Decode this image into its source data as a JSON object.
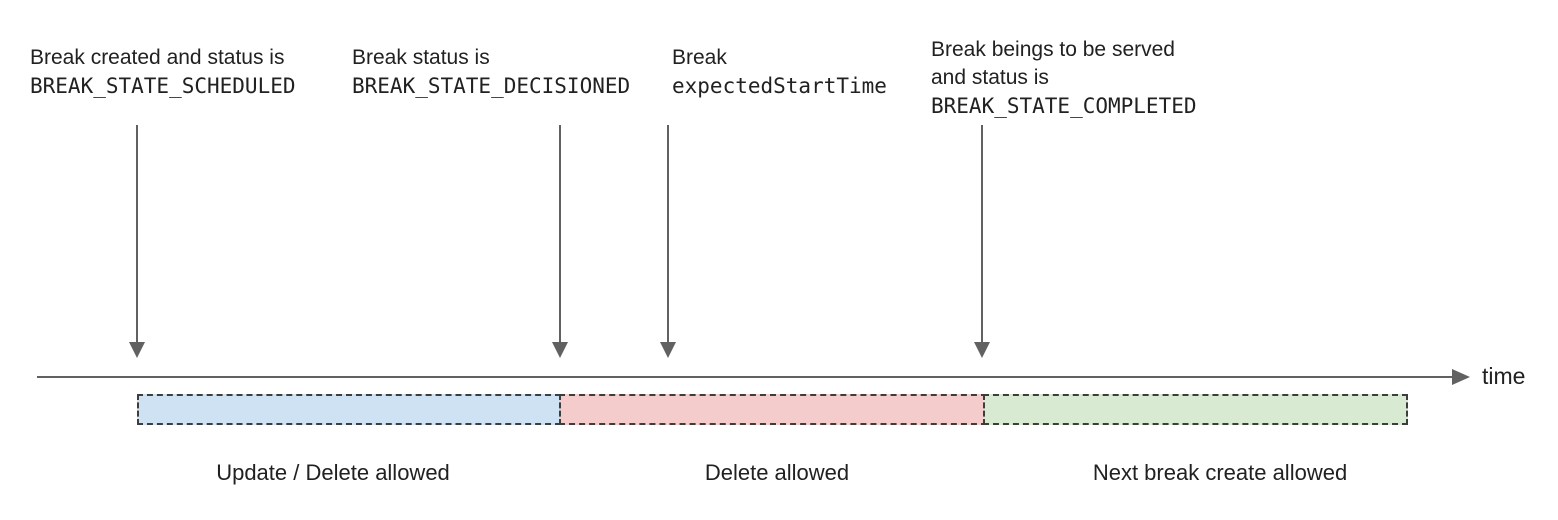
{
  "diagram": {
    "title": "break-lifecycle-timeline",
    "annotations": [
      {
        "lines": {
          "0": "Break created and status is",
          "1": "BREAK_STATE_SCHEDULED"
        }
      },
      {
        "lines": {
          "0": "Break status is",
          "1": "BREAK_STATE_DECISIONED"
        }
      },
      {
        "lines": {
          "0": "Break",
          "1": "expectedStartTime"
        }
      },
      {
        "lines": {
          "0": "Break beings to be served",
          "1": "and status is",
          "2": "BREAK_STATE_COMPLETED"
        }
      }
    ],
    "timeline": {
      "axis_label": "time",
      "line_color": "#616161"
    },
    "segments": [
      {
        "label": "Update / Delete allowed",
        "fill": "#cfe2f3",
        "border": "#3d3d3d"
      },
      {
        "label": "Delete allowed",
        "fill": "#f4cccc",
        "border": "#3d3d3d"
      },
      {
        "label": "Next break create allowed",
        "fill": "#d9ead3",
        "border": "#3d3d3d"
      }
    ]
  }
}
